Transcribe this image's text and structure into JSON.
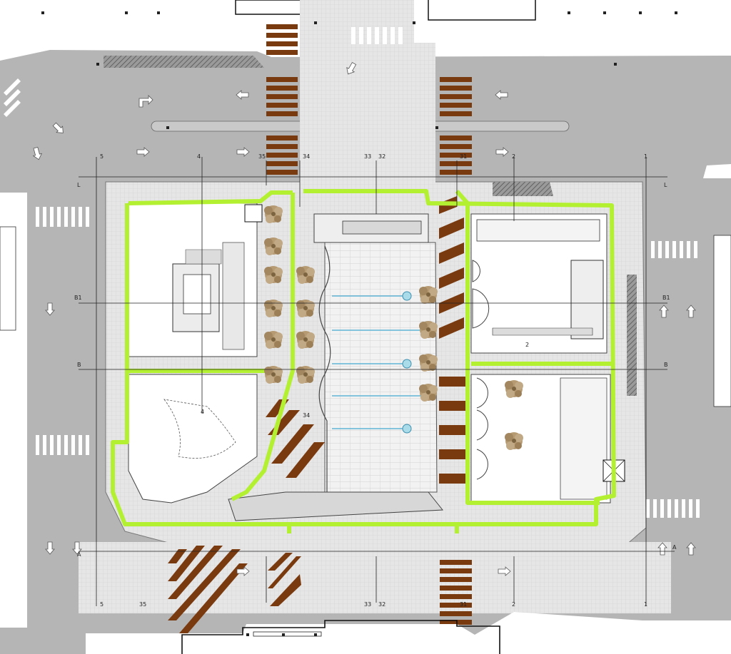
{
  "plan": {
    "section_marks": {
      "top_1": "1",
      "top_2": "2",
      "top_31": "31",
      "top_32": "32",
      "top_33": "33",
      "top_34": "34",
      "top_35": "35",
      "top_4": "4",
      "top_5": "5",
      "bottom_1": "1",
      "bottom_2": "2",
      "bottom_31": "31",
      "bottom_32": "32",
      "bottom_33": "33",
      "bottom_35": "35",
      "bottom_5": "5",
      "left_L": "L",
      "right_L": "L",
      "left_B1": "B1",
      "right_B1": "B1",
      "left_B": "B",
      "right_B": "B",
      "left_A": "A",
      "right_A": "A",
      "mid_34": "34",
      "mid_4": "4",
      "mid_2": "2"
    },
    "colors": {
      "road": "#b5b5b5",
      "sidewalk": "#e3e3e3",
      "plaza": "#f3f3f3",
      "building": "#ffffff",
      "crosswalk_brown": "#7a3a0f",
      "green_route": "#b4f032",
      "tree": "#b59a72",
      "water_line": "#5fb6d6"
    },
    "icons": [
      "arrow-left-icon",
      "arrow-right-icon",
      "arrow-up-icon",
      "arrow-down-icon",
      "turn-arrow-icon",
      "tree-icon",
      "fountain-icon"
    ]
  }
}
